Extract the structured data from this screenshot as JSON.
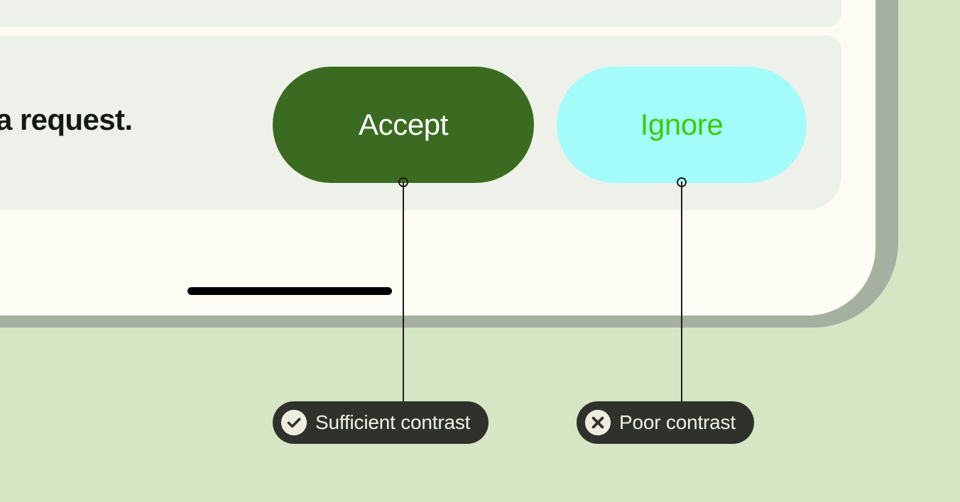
{
  "page": {
    "background_color": "#d8e5c5",
    "card_surface_color": "#fcfcf5",
    "card_border_color": "#a6b0a0",
    "panel_color": "#eef1e9"
  },
  "content": {
    "body_text_fragment": "a request."
  },
  "buttons": [
    {
      "id": "accept",
      "label": "Accept",
      "background_color": "#3b6b20",
      "text_color": "#ffffff"
    },
    {
      "id": "ignore",
      "label": "Ignore",
      "background_color": "#a3fcfa",
      "text_color": "#3ccc06"
    }
  ],
  "annotations": [
    {
      "id": "sufficient",
      "label": "Sufficient contrast",
      "icon": "check-circle-icon",
      "badge_color": "#2e322b",
      "text_color": "#f2f1e8"
    },
    {
      "id": "poor",
      "label": "Poor contrast",
      "icon": "x-circle-icon",
      "badge_color": "#2e322b",
      "text_color": "#f2f1e8"
    }
  ]
}
